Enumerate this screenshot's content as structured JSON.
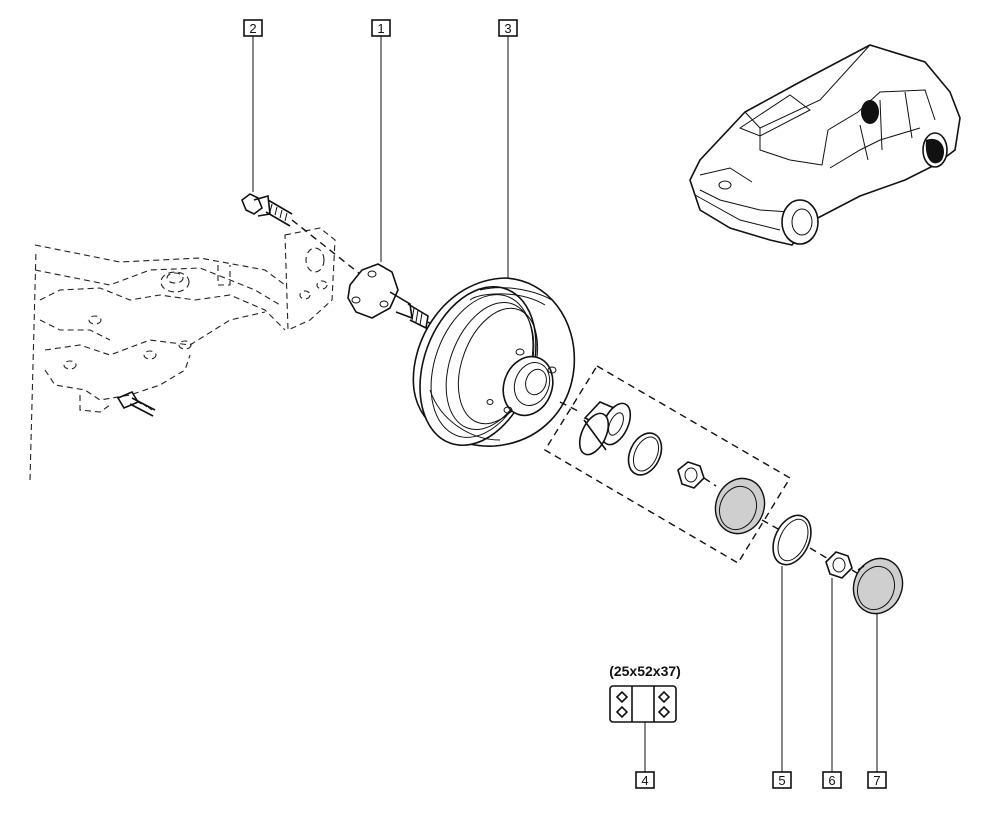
{
  "callouts": [
    {
      "id": "c1",
      "label": "1"
    },
    {
      "id": "c2",
      "label": "2"
    },
    {
      "id": "c3",
      "label": "3"
    },
    {
      "id": "c4",
      "label": "4"
    },
    {
      "id": "c5",
      "label": "5"
    },
    {
      "id": "c6",
      "label": "6"
    },
    {
      "id": "c7",
      "label": "7"
    }
  ],
  "bearing_dimensions": "(25x52x37)"
}
